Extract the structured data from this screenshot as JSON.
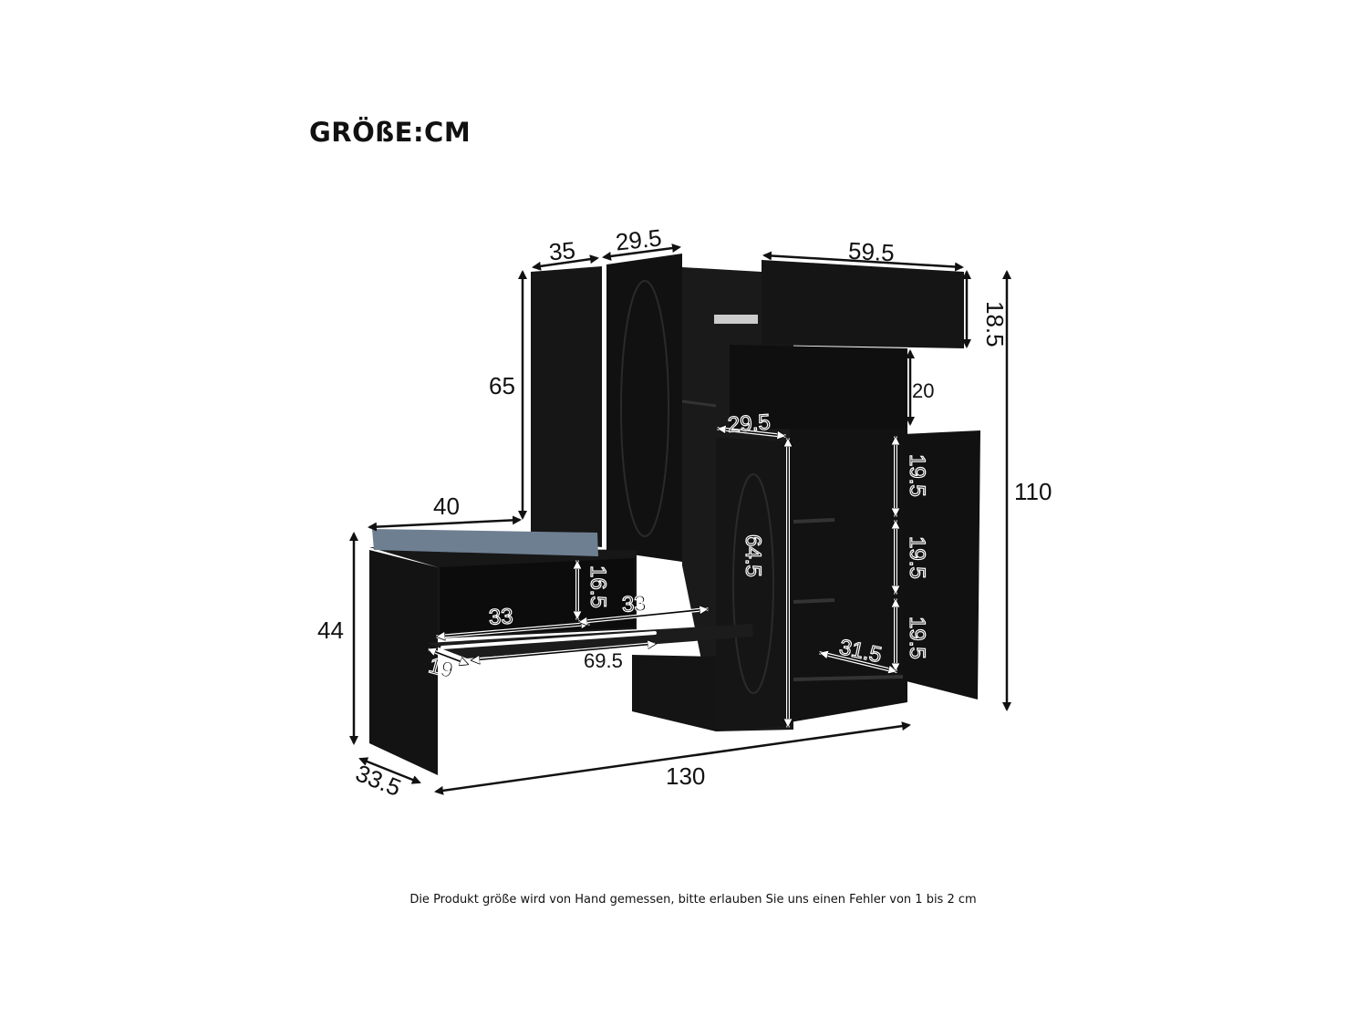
{
  "title": "GRÖßE:CM",
  "note": "Die Produkt größe wird von Hand gemessen, bitte erlauben Sie uns einen Fehler von 1 bis 2 cm",
  "colors": {
    "furniture": "#141414",
    "cushion": "#6f7f92",
    "background": "#ffffff"
  },
  "dimensions": {
    "tall_cabinet_depth": "35",
    "tall_door_width": "29.5",
    "drawer_width": "59.5",
    "drawer_height": "18.5",
    "tall_cabinet_height": "65",
    "open_shelf_height": "20",
    "total_height": "110",
    "lower_door_width": "29.5",
    "lower_cabinet_height": "64.5",
    "shelf_1_height": "19.5",
    "shelf_2_height": "19.5",
    "shelf_3_height": "19.5",
    "shelf_depth": "31.5",
    "bench_top_width": "40",
    "bench_height": "44",
    "bench_inner_height": "16.5",
    "bench_compartment_left": "33",
    "bench_compartment_right": "33",
    "bench_flap_width": "69.5",
    "bench_flap_depth": "19",
    "total_width": "130",
    "total_depth": "33.5"
  }
}
